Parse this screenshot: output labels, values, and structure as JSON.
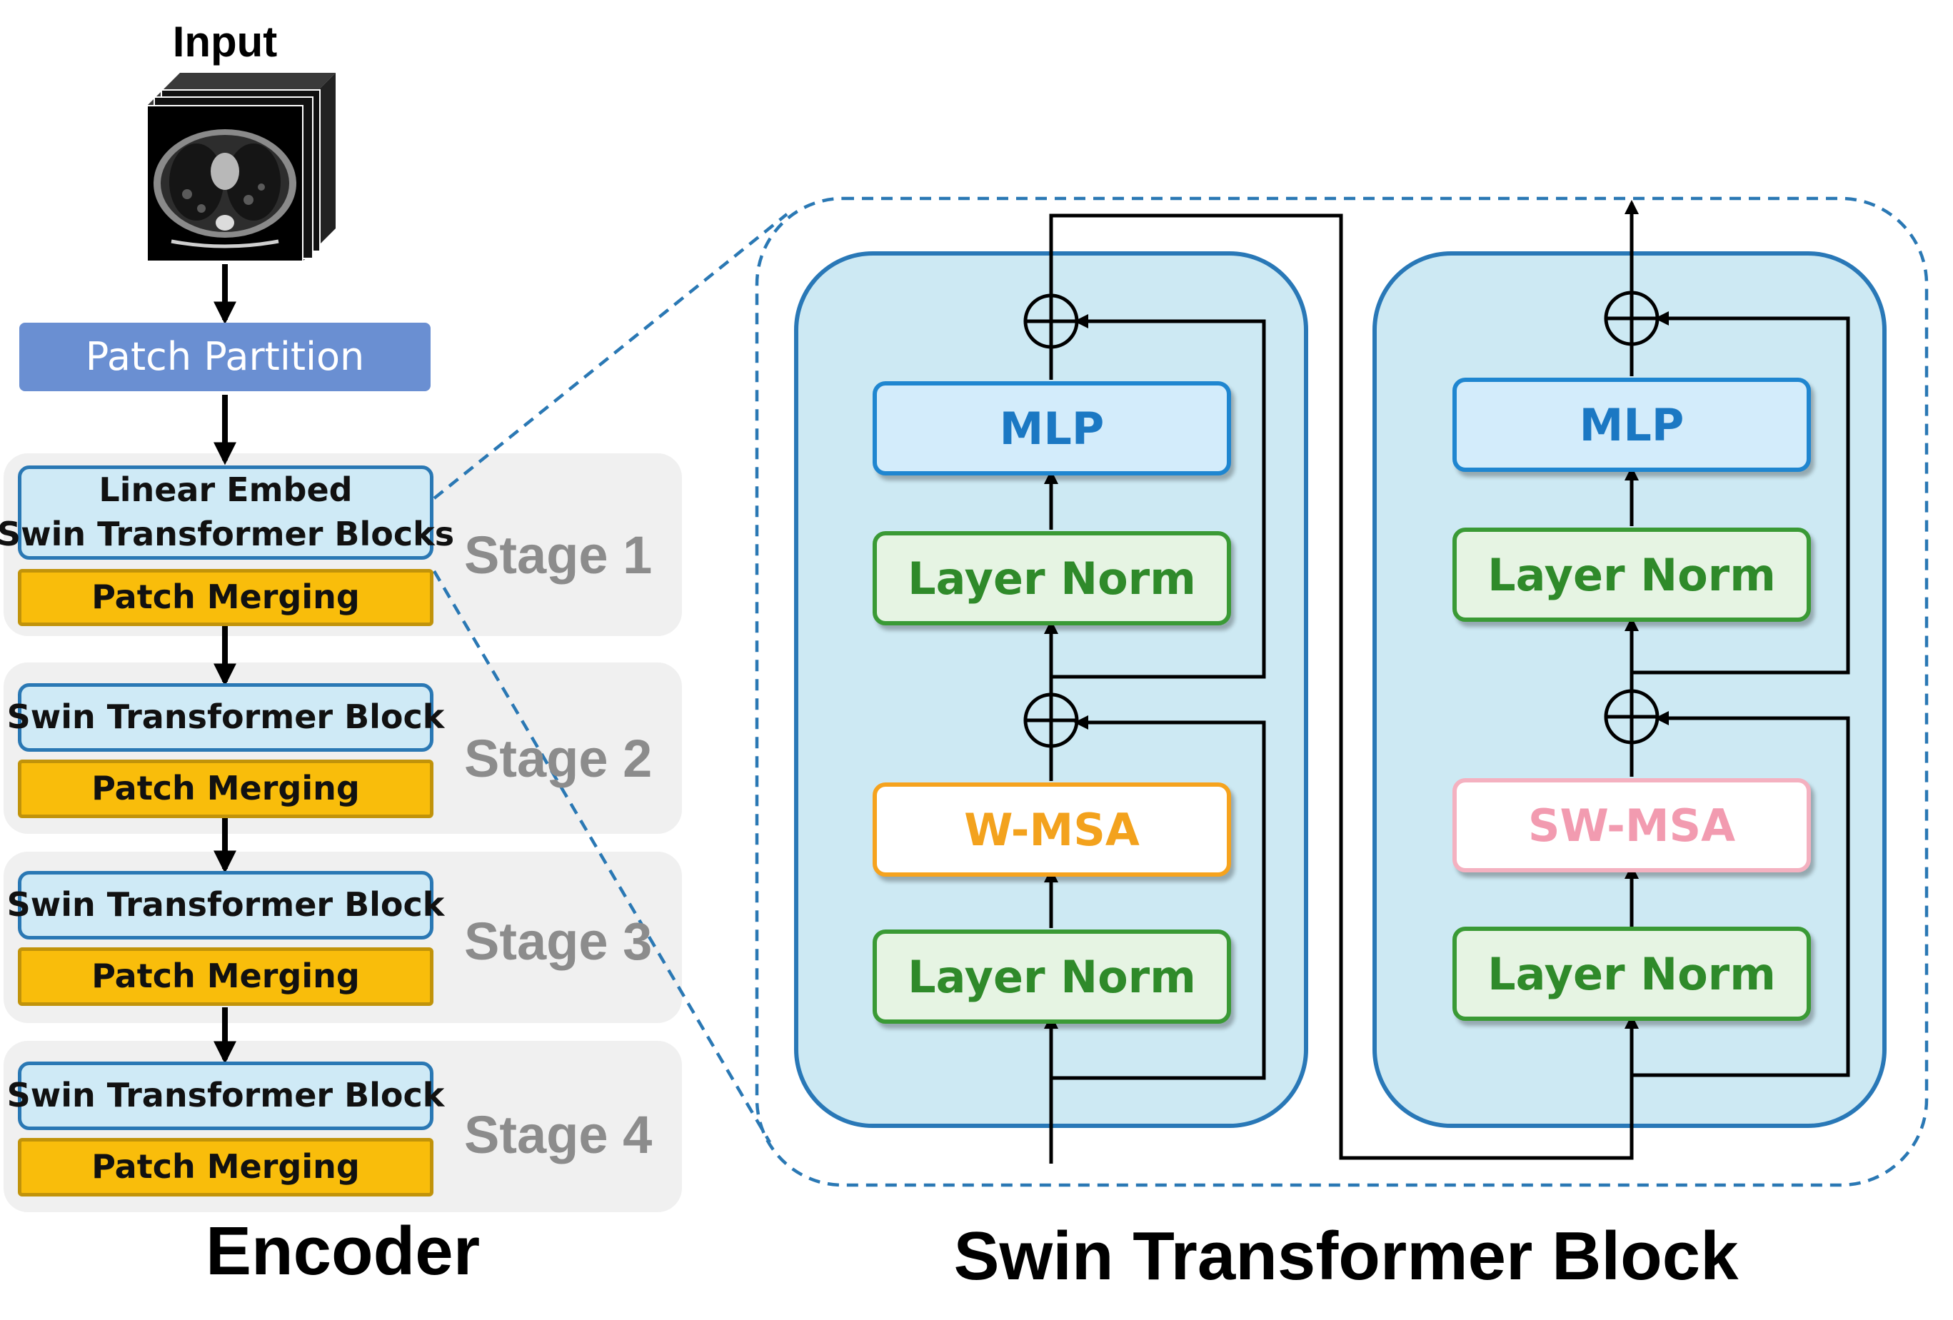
{
  "input_label": "Input",
  "encoder": {
    "title": "Encoder",
    "patch_partition": "Patch Partition",
    "stages": [
      {
        "label": "Stage 1",
        "block_lines": [
          "Linear Embed",
          "Swin Transformer Blocks"
        ],
        "merge": "Patch Merging"
      },
      {
        "label": "Stage 2",
        "block_lines": [
          "Swin Transformer Block"
        ],
        "merge": "Patch Merging"
      },
      {
        "label": "Stage 3",
        "block_lines": [
          "Swin Transformer Block"
        ],
        "merge": "Patch Merging"
      },
      {
        "label": "Stage 4",
        "block_lines": [
          "Swin Transformer Block"
        ],
        "merge": "Patch Merging"
      }
    ]
  },
  "swin": {
    "title": "Swin Transformer Block",
    "left": {
      "mlp": "MLP",
      "norm2": "Layer Norm",
      "attn": "W-MSA",
      "norm1": "Layer Norm"
    },
    "right": {
      "mlp": "MLP",
      "norm2": "Layer Norm",
      "attn": "SW-MSA",
      "norm1": "Layer Norm"
    }
  },
  "colors": {
    "partition": "#6a8fd2",
    "block_blue": "#2a78b4",
    "merge_yellow": "#f9bd0b",
    "mlp_blue": "#1f86d0",
    "norm_green": "#3a9a35",
    "wmsa_orange": "#f6a31e",
    "swmsa_pink": "#f4b1c0",
    "stage_gray": "#8c8c8c"
  }
}
